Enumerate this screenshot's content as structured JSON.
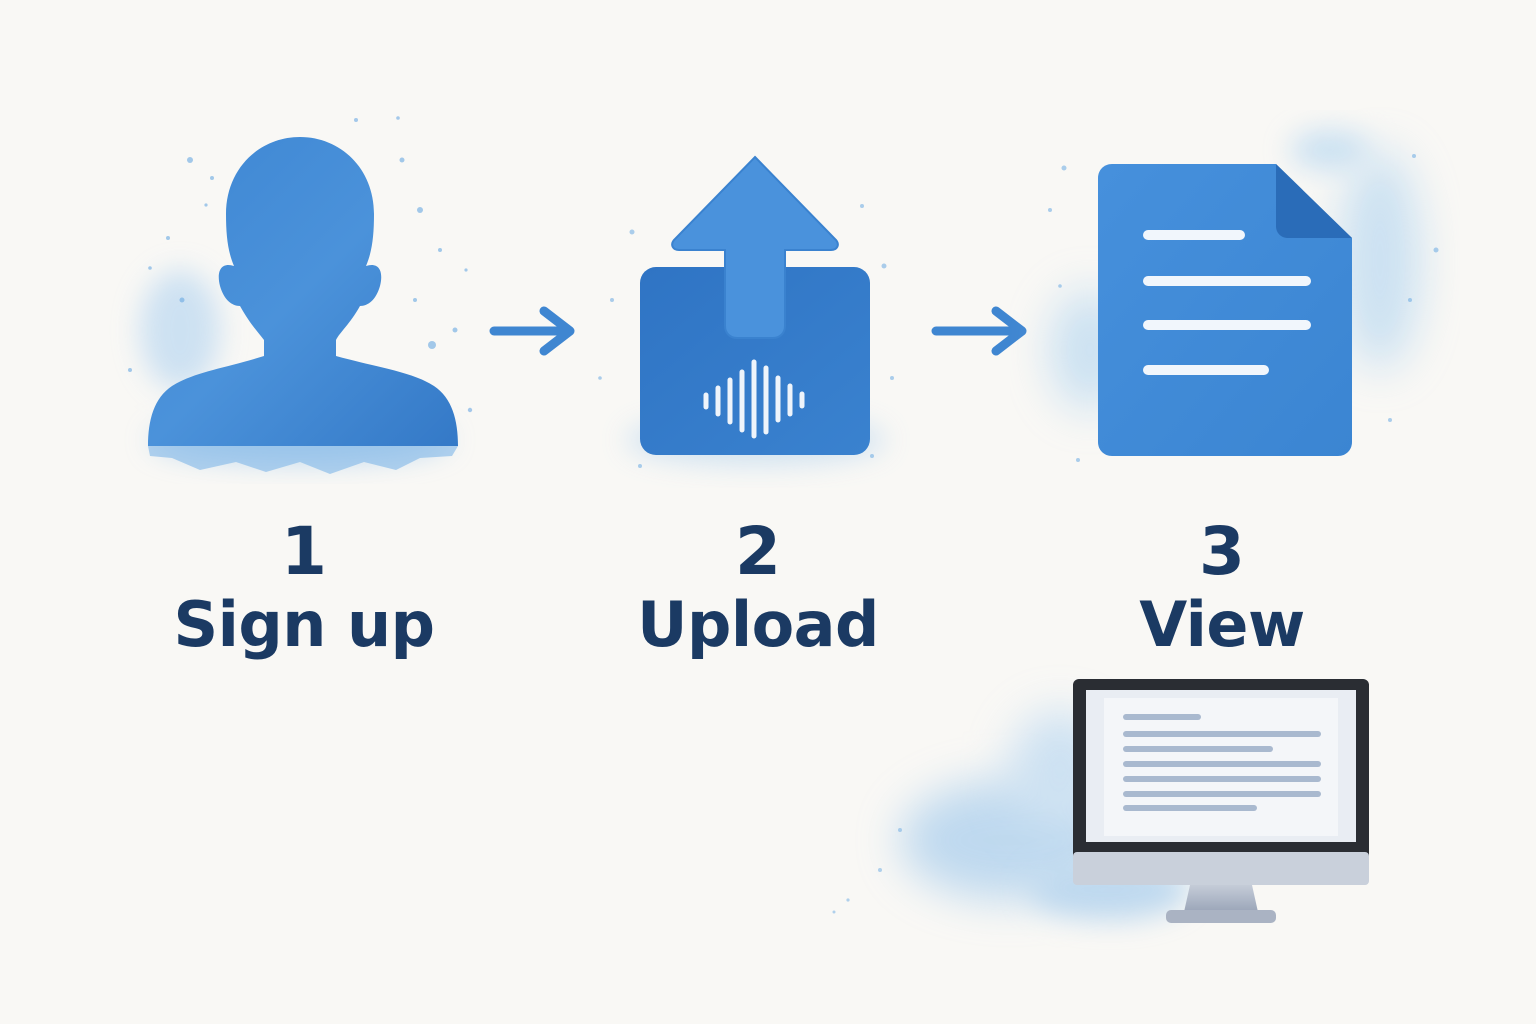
{
  "colors": {
    "background": "#f9f8f5",
    "icon_blue": "#3f86d1",
    "icon_blue_dark": "#2f73c1",
    "splash_blue": "#8fc0ea",
    "text_navy": "#1b3a63",
    "monitor_frame": "#2a2d33",
    "monitor_stand": "#a7b1c2"
  },
  "steps": [
    {
      "number": "1",
      "title": "Sign up",
      "icon": "person-silhouette-icon"
    },
    {
      "number": "2",
      "title": "Upload",
      "icon": "upload-audio-icon"
    },
    {
      "number": "3",
      "title": "View",
      "icon": "document-icon"
    }
  ],
  "connectors": [
    {
      "icon": "right-arrow-icon"
    },
    {
      "icon": "right-arrow-icon"
    }
  ],
  "illustration": {
    "icon": "desktop-monitor-icon"
  }
}
